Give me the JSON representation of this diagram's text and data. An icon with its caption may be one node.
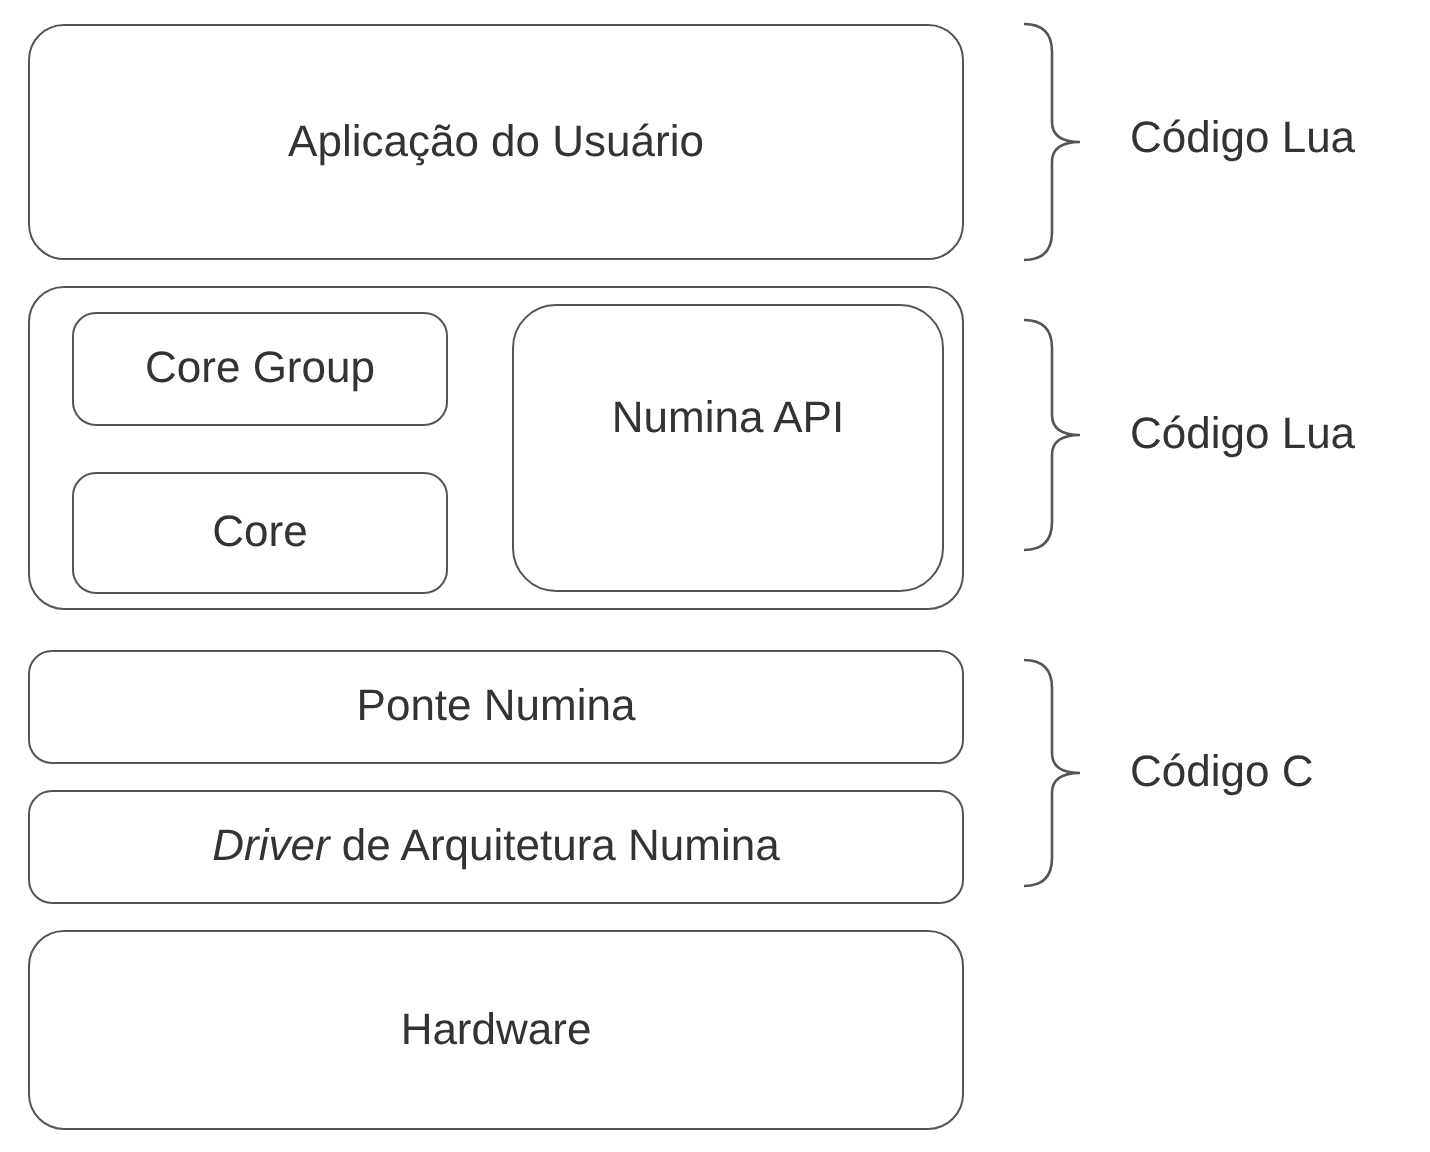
{
  "diagram": {
    "nodes": [
      {
        "text": [
          "Aplicação do Usuário"
        ]
      },
      {
        "text": [],
        "shape": "box"
      },
      {
        "text": [
          "Core Group"
        ],
        "in": 1
      },
      {
        "text": [
          "Core"
        ],
        "in": 1
      },
      {
        "text": [
          "Numina API"
        ],
        "in": 1
      },
      {
        "text": [
          "Ponte Numina"
        ]
      },
      {
        "text": [
          "*Driver* de Arquitetura Numina"
        ]
      },
      {
        "text": [
          "Hardware"
        ]
      }
    ],
    "labels": [
      "Código Lua",
      "Código Lua",
      "Código C"
    ]
  }
}
